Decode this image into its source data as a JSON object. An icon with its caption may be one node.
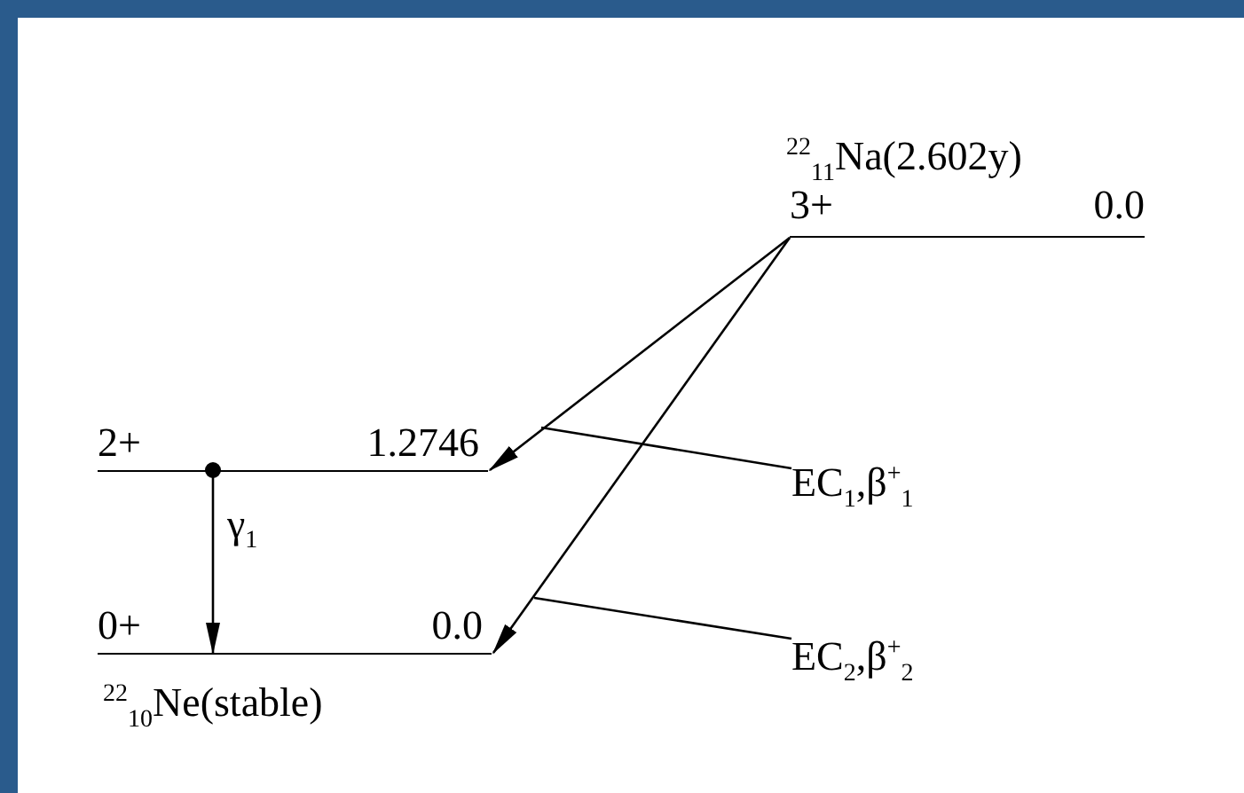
{
  "diagram": {
    "nodes": [
      {
        "text": [
          "$^{22}$$_{11}$Na(2.602y)",
          "3+",
          "0.0"
        ]
      },
      {
        "text": [
          "2+",
          "1.2746"
        ]
      },
      {
        "text": [
          "0+",
          "0.0",
          "$^{22}$$_{10}$Ne(stable)"
        ]
      },
      {
        "text": [
          "EC$_{1}$,β$^{+}$$_{1}$"
        ]
      },
      {
        "text": [
          "EC$_{2}$,β$^{+}$$_{2}$"
        ]
      }
    ],
    "edges": [
      {
        "from": 0,
        "to": 1,
        "arrow": "to"
      },
      {
        "from": 0,
        "to": 2,
        "arrow": "to"
      },
      {
        "from": 1,
        "to": 2,
        "arrow": "to",
        "label": "γ$_{1}$"
      },
      {
        "from": 3,
        "to": null,
        "arrow": "none"
      },
      {
        "from": 4,
        "to": null,
        "arrow": "none"
      }
    ]
  }
}
